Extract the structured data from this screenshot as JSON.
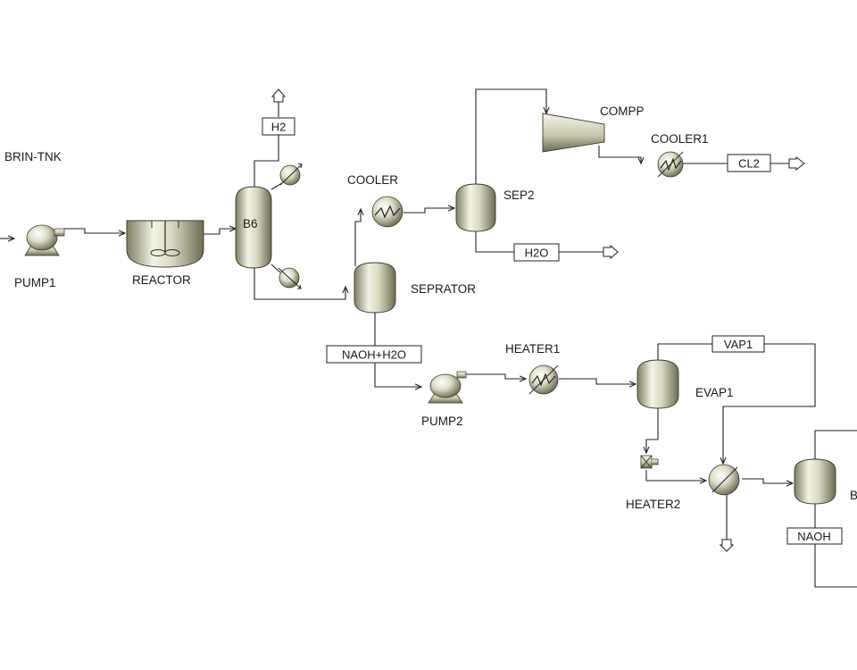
{
  "diagram": {
    "blocks": {
      "brin_tnk": "BRIN-TNK",
      "pump1": "PUMP1",
      "reactor": "REACTOR",
      "b6": "B6",
      "cooler": "COOLER",
      "sep2": "SEP2",
      "compp": "COMPP",
      "cooler1": "COOLER1",
      "seprator": "SEPRATOR",
      "heater1": "HEATER1",
      "pump2": "PUMP2",
      "evap1": "EVAP1",
      "heater2": "HEATER2",
      "b_partial": "B"
    },
    "streams": {
      "h2": "H2",
      "cl2": "CL2",
      "h2o": "H2O",
      "naoh_h2o": "NAOH+H2O",
      "vap1": "VAP1",
      "naoh": "NAOH"
    }
  },
  "colors": {
    "equipment_light": "#f2f2e4",
    "equipment_dark": "#7e7e62",
    "line": "#222222"
  }
}
